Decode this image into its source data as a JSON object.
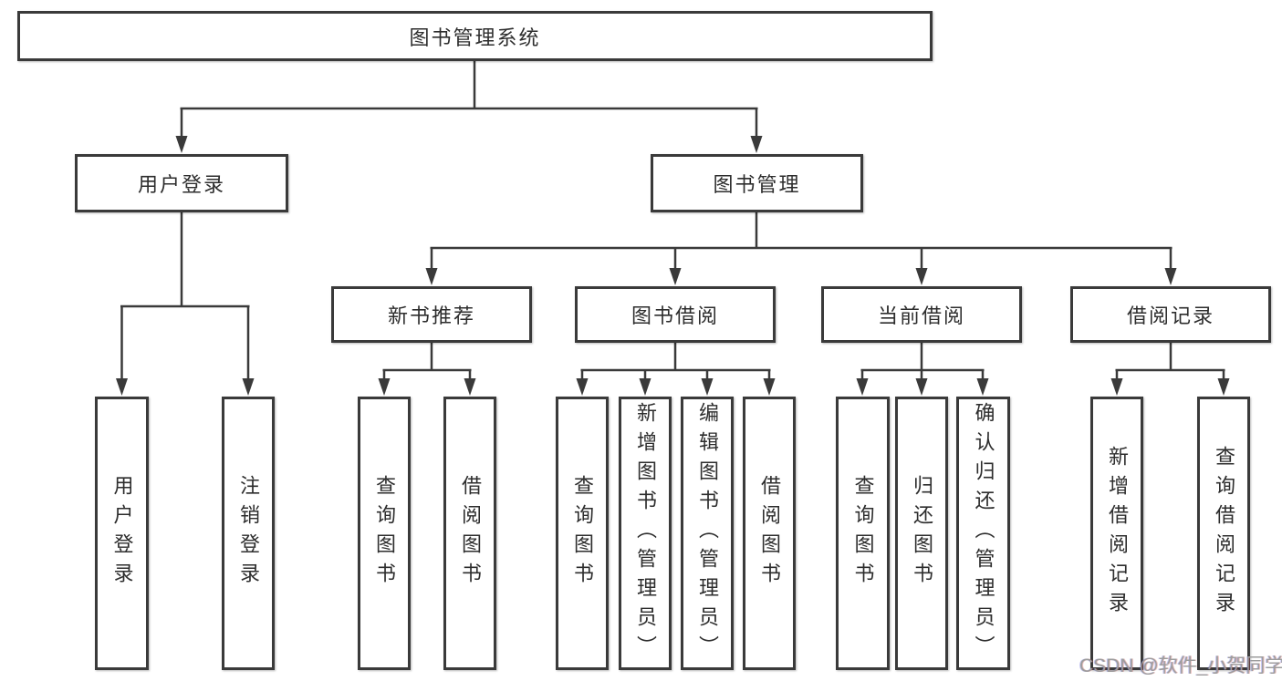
{
  "diagram": {
    "root": {
      "label": "图书管理系统"
    },
    "level2": {
      "user_login": {
        "label": "用户登录"
      },
      "book_management": {
        "label": "图书管理"
      }
    },
    "level3": {
      "new_book_recommend": {
        "label": "新书推荐"
      },
      "book_borrowing": {
        "label": "图书借阅"
      },
      "current_borrowing": {
        "label": "当前借阅"
      },
      "borrowing_records": {
        "label": "借阅记录"
      }
    },
    "leaves": {
      "user_login": "用户登录",
      "logout": "注销登录",
      "rec_query_book": "查询图书",
      "rec_borrow_book": "借阅图书",
      "bor_query_book": "查询图书",
      "bor_add_book": "新增图书（管理员）",
      "bor_edit_book": "编辑图书（管理员）",
      "bor_borrow_book": "借阅图书",
      "cur_query_book": "查询图书",
      "cur_return_book": "归还图书",
      "cur_confirm_return": "确认归还（管理员）",
      "rr_add_record": "新增借阅记录",
      "rr_query_record": "查询借阅记录"
    }
  },
  "watermark": "CSDN @软件_小贺同学",
  "colors": {
    "line": "#3a3a3a",
    "text": "#2d2d2d",
    "box_background": "#ffffff",
    "watermark": "#9d9d9d",
    "background": "#ffffff"
  }
}
